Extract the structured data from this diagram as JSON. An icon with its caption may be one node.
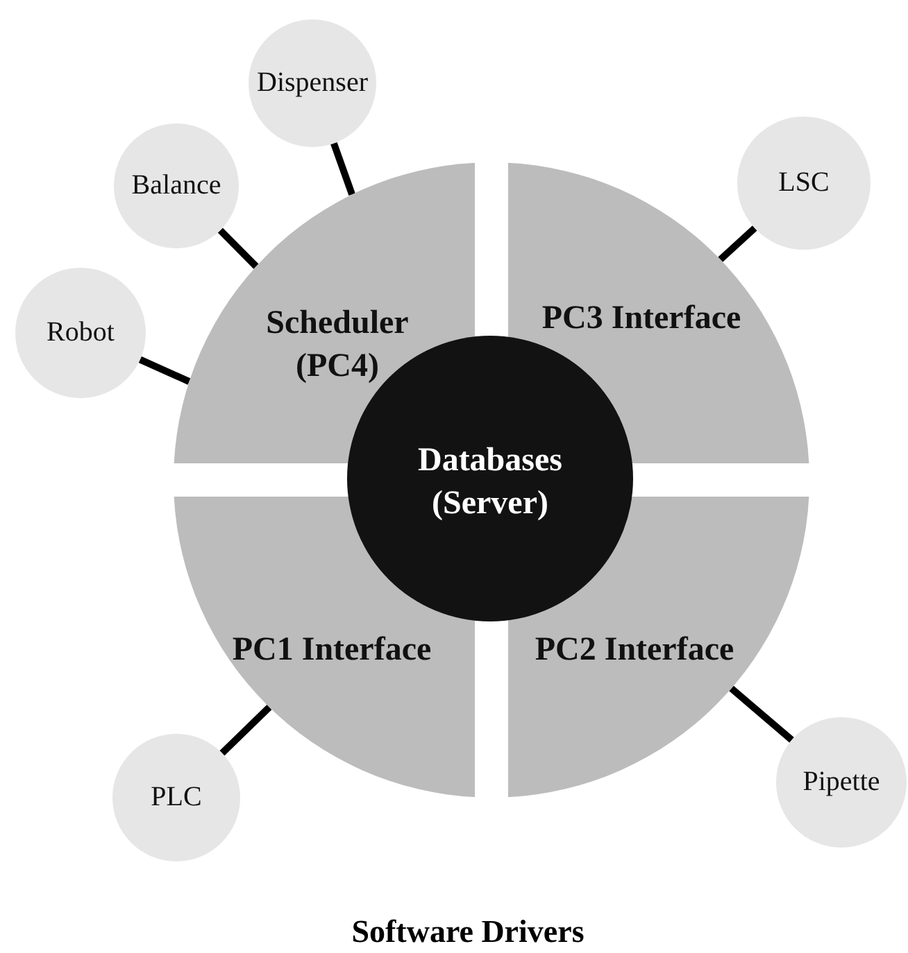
{
  "diagram": {
    "caption": "Software Drivers",
    "nodes": [
      {
        "text": [
          "Scheduler (PC4)"
        ]
      },
      {
        "text": [
          "PC3 Interface"
        ]
      },
      {
        "text": [
          "PC1 Interface"
        ]
      },
      {
        "text": [
          "PC2 Interface"
        ]
      },
      {
        "text": [
          "Databases (Server)"
        ]
      },
      {
        "text": [
          "Dispenser"
        ]
      },
      {
        "text": [
          "Balance"
        ]
      },
      {
        "text": [
          "Robot"
        ]
      },
      {
        "text": [
          "LSC"
        ]
      },
      {
        "text": [
          "PLC"
        ]
      },
      {
        "text": [
          "Pipette"
        ]
      }
    ],
    "edges": [
      {
        "from": 5,
        "to": 0,
        "arrow": "none"
      },
      {
        "from": 6,
        "to": 0,
        "arrow": "none"
      },
      {
        "from": 7,
        "to": 0,
        "arrow": "none"
      },
      {
        "from": 8,
        "to": 1,
        "arrow": "none"
      },
      {
        "from": 9,
        "to": 2,
        "arrow": "none"
      },
      {
        "from": 10,
        "to": 3,
        "arrow": "none"
      }
    ]
  }
}
